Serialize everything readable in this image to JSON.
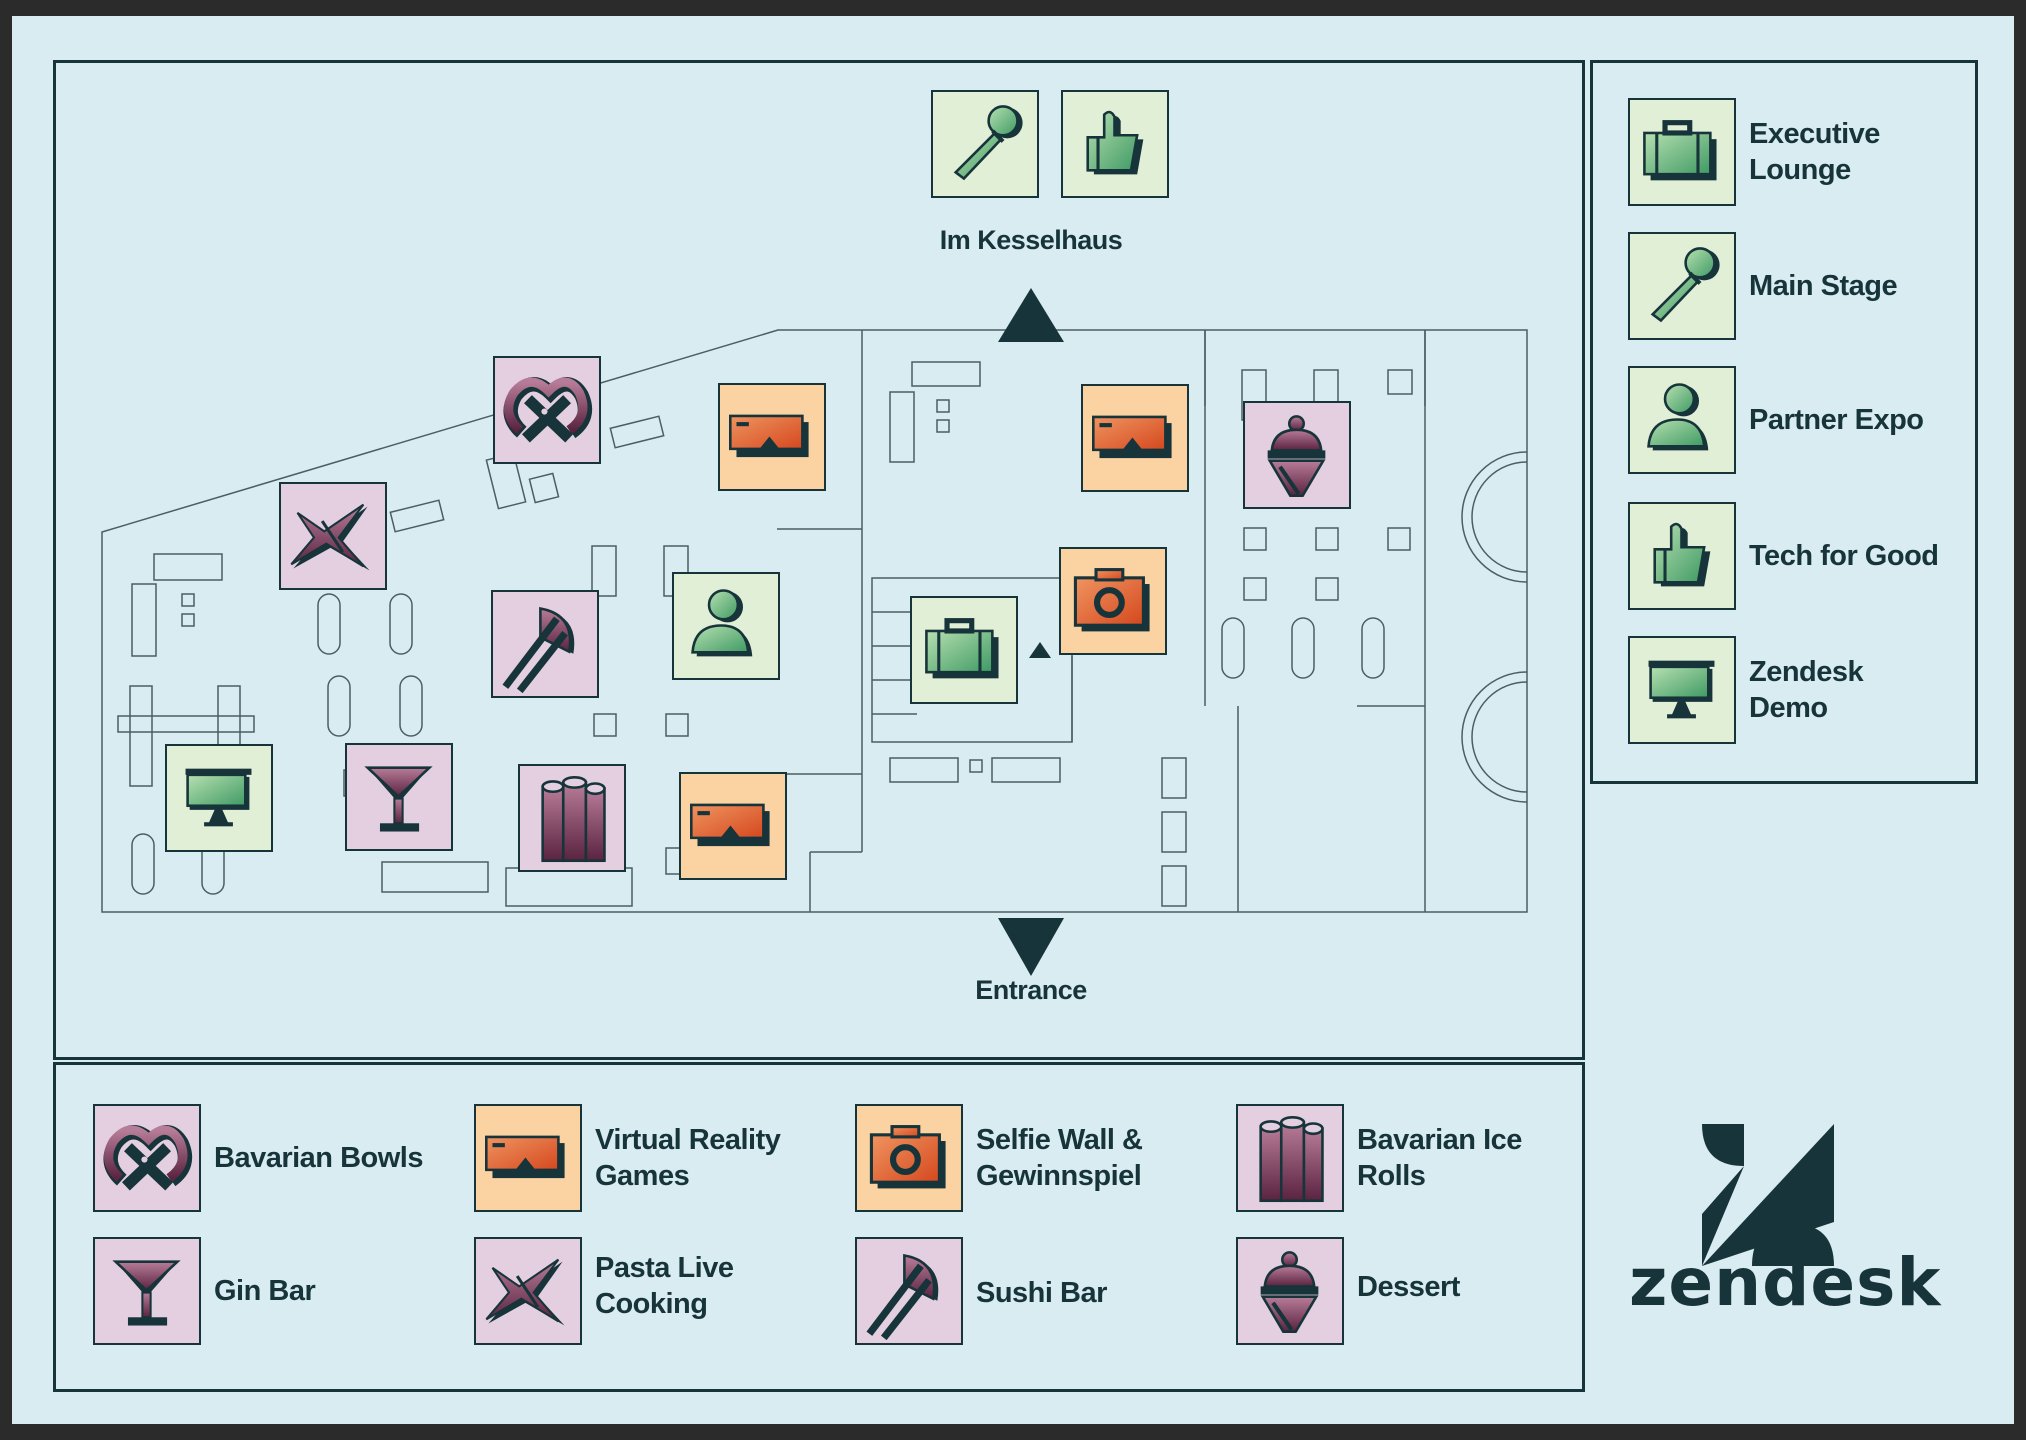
{
  "map": {
    "top_label": "Im Kesselhaus",
    "bottom_label": "Entrance"
  },
  "side_legend": {
    "items": [
      {
        "label_line1": "Executive",
        "label_line2": "Lounge",
        "icon": "briefcase-icon",
        "color": "#e2efd7"
      },
      {
        "label_line1": "Main Stage",
        "label_line2": "",
        "icon": "microphone-icon",
        "color": "#e2efd7"
      },
      {
        "label_line1": "Partner Expo",
        "label_line2": "",
        "icon": "person-icon",
        "color": "#e2efd7"
      },
      {
        "label_line1": "Tech for Good",
        "label_line2": "",
        "icon": "thumbs-up-icon",
        "color": "#e2efd7"
      },
      {
        "label_line1": "Zendesk",
        "label_line2": "Demo",
        "icon": "monitor-icon",
        "color": "#e2efd7"
      }
    ]
  },
  "bottom_legend": {
    "items": [
      {
        "label_line1": "Bavarian Bowls",
        "label_line2": "",
        "icon": "pretzel-icon",
        "color": "#e3cfe0"
      },
      {
        "label_line1": "Virtual Reality",
        "label_line2": "Games",
        "icon": "vr-goggles-icon",
        "color": "#fbd3a2"
      },
      {
        "label_line1": "Selfie Wall &",
        "label_line2": "Gewinnspiel",
        "icon": "camera-icon",
        "color": "#fbd3a2"
      },
      {
        "label_line1": "Bavarian Ice",
        "label_line2": "Rolls",
        "icon": "ice-rolls-icon",
        "color": "#e3cfe0"
      },
      {
        "label_line1": "Gin Bar",
        "label_line2": "",
        "icon": "cocktail-glass-icon",
        "color": "#e3cfe0"
      },
      {
        "label_line1": "Pasta Live",
        "label_line2": "Cooking",
        "icon": "pasta-icon",
        "color": "#e3cfe0"
      },
      {
        "label_line1": "Sushi Bar",
        "label_line2": "",
        "icon": "chopsticks-icon",
        "color": "#e3cfe0"
      },
      {
        "label_line1": "Dessert",
        "label_line2": "",
        "icon": "cupcake-icon",
        "color": "#e3cfe0"
      }
    ]
  },
  "brand": {
    "wordmark": "zendesk",
    "colors": {
      "dark": "#17343a",
      "background": "#d9ecf1",
      "green_tile": "#e2efd7",
      "pink_tile": "#e3cfe0",
      "orange_tile": "#fbd3a2"
    }
  }
}
